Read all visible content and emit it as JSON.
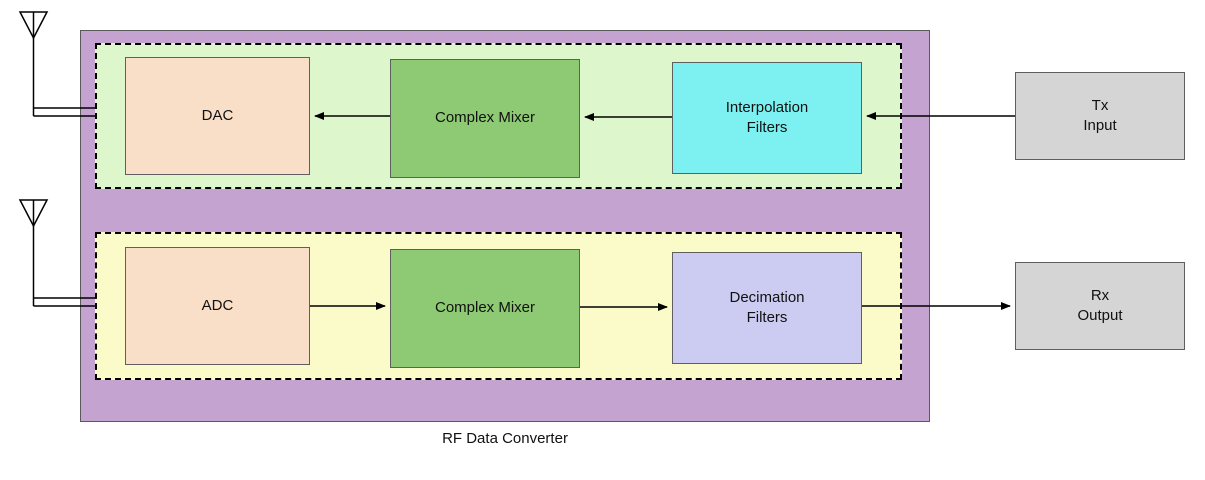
{
  "diagram": {
    "caption": "RF Data Converter",
    "blocks": {
      "dac": "DAC",
      "tx_mixer": "Complex Mixer",
      "interpolation_filters": "Interpolation\nFilters",
      "tx_input": "Tx\nInput",
      "adc": "ADC",
      "rx_mixer": "Complex Mixer",
      "decimation_filters": "Decimation\nFilters",
      "rx_output": "Rx\nOutput"
    },
    "icons": {
      "tx_antenna": "antenna-icon",
      "rx_antenna": "antenna-icon"
    },
    "colors": {
      "outer_fill": "#c5a3d1",
      "tx_chain_fill": "#ddf6cb",
      "rx_chain_fill": "#fbfbc9",
      "converter_fill": "#fadfc8",
      "mixer_fill": "#8ec973",
      "interpolation_fill": "#7df1f1",
      "decimation_fill": "#ccccf2",
      "io_fill": "#d5d5d5",
      "line": "#000000"
    }
  }
}
